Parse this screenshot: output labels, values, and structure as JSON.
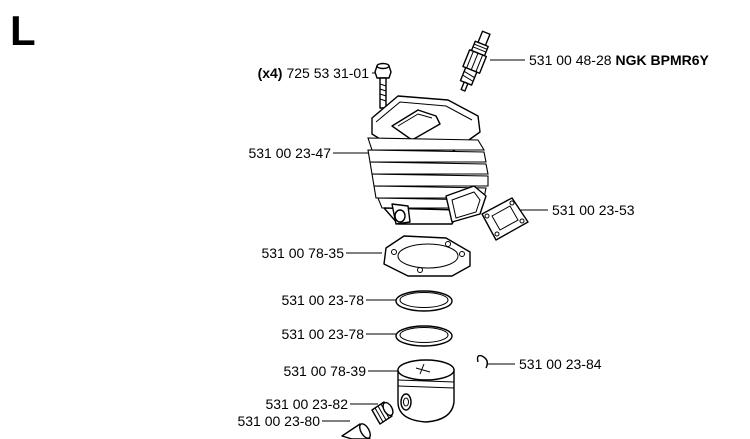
{
  "section": {
    "letter": "L"
  },
  "parts": {
    "bolt": {
      "qty": "(x4)",
      "number": "725 53 31-01"
    },
    "spark_plug": {
      "number": "531 00 48-28",
      "name": "NGK BPMR6Y"
    },
    "cylinder": {
      "number": "531 00 23-47"
    },
    "exhaust_gasket": {
      "number": "531 00 23-53"
    },
    "base_gasket": {
      "number": "531 00 78-35"
    },
    "ring_upper": {
      "number": "531 00 23-78"
    },
    "ring_lower": {
      "number": "531 00 23-78"
    },
    "piston": {
      "number": "531 00 78-39"
    },
    "circlip": {
      "number": "531 00 23-84"
    },
    "needle_bearing": {
      "number": "531 00 23-82"
    },
    "piston_pin": {
      "number": "531 00 23-80"
    }
  }
}
